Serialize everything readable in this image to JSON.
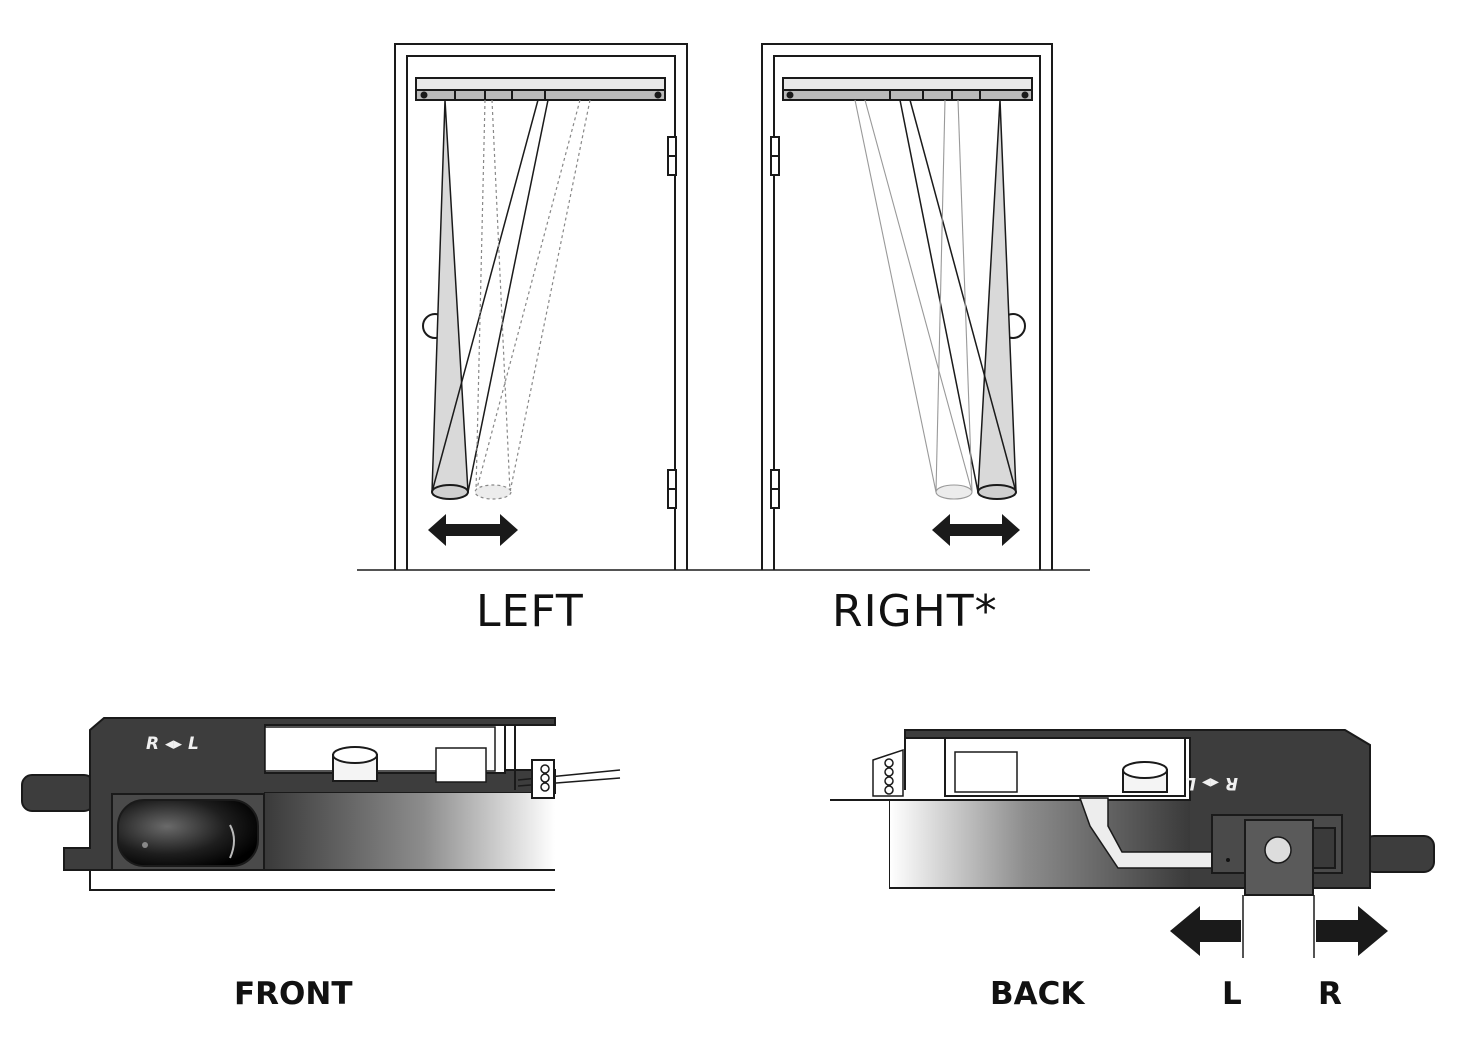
{
  "labels": {
    "left": "LEFT",
    "right": "RIGHT*",
    "front": "FRONT",
    "back": "BACK",
    "l": "L",
    "r": "R"
  },
  "module_marking": "R ◂▸ L",
  "colors": {
    "line": "#1a1a1a",
    "housing": "#3d3d3d",
    "housing_light": "#bdbdbd",
    "beam_fill": "#d9d9d9"
  }
}
